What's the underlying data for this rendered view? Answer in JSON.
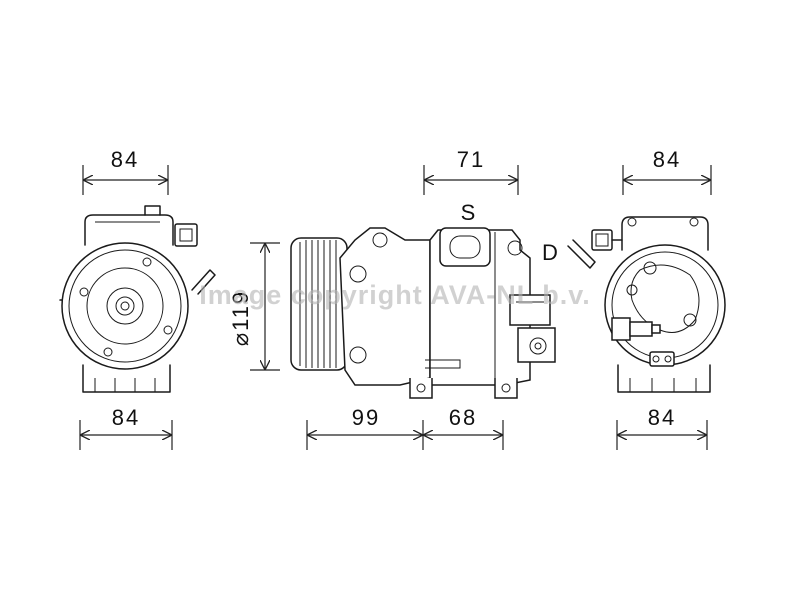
{
  "dimensions": {
    "left_top": "84",
    "left_bottom": "84",
    "center_top": "71",
    "center_diameter": "⌀119",
    "center_bottom_left": "99",
    "center_bottom_right": "68",
    "right_top": "84",
    "right_bottom": "84"
  },
  "ports": {
    "suction": "S",
    "discharge": "D"
  },
  "watermark": "Image copyright AVA-NL b.v.",
  "colors": {
    "line": "#1a1a1a",
    "watermark": "#b4b4b4",
    "background": "#ffffff"
  }
}
